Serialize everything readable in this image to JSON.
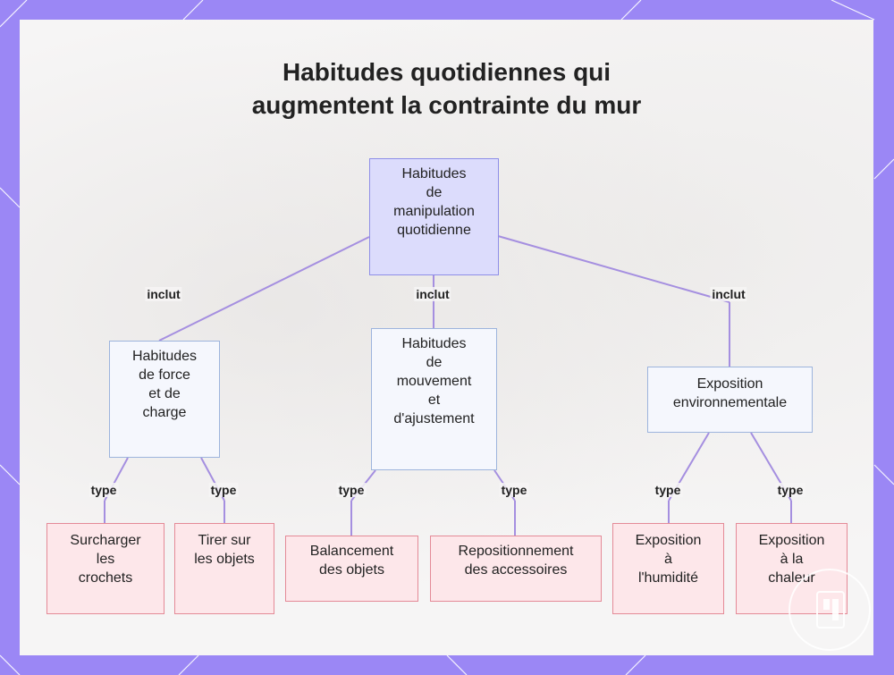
{
  "title_lines": [
    "Habitudes quotidiennes qui",
    "augmentent la contrainte du mur"
  ],
  "nodes": {
    "root": [
      "Habitudes",
      "de",
      "manipulation",
      "quotidienne"
    ],
    "force": [
      "Habitudes",
      "de force",
      "et de",
      "charge"
    ],
    "movement": [
      "Habitudes",
      "de",
      "mouvement",
      "et",
      "d'ajustement"
    ],
    "environment": [
      "Exposition",
      "environnementale"
    ],
    "overload": [
      "Surcharger",
      "les",
      "crochets"
    ],
    "pull": [
      "Tirer sur",
      "les objets"
    ],
    "swing": [
      "Balancement",
      "des objets"
    ],
    "reposition": [
      "Repositionnement",
      "des accessoires"
    ],
    "humidity": [
      "Exposition",
      "à",
      "l'humidité"
    ],
    "heat": [
      "Exposition",
      "à la",
      "chaleur"
    ]
  },
  "edge_labels": {
    "includes": "inclut",
    "type": "type"
  },
  "colors": {
    "frame": "#9b87f5",
    "edge": "#a58fe0",
    "root_fill": "#dcdcfc",
    "mid_fill": "#f5f7fd",
    "leaf_fill": "#fde7ea",
    "leaf_border": "#e48a97"
  }
}
